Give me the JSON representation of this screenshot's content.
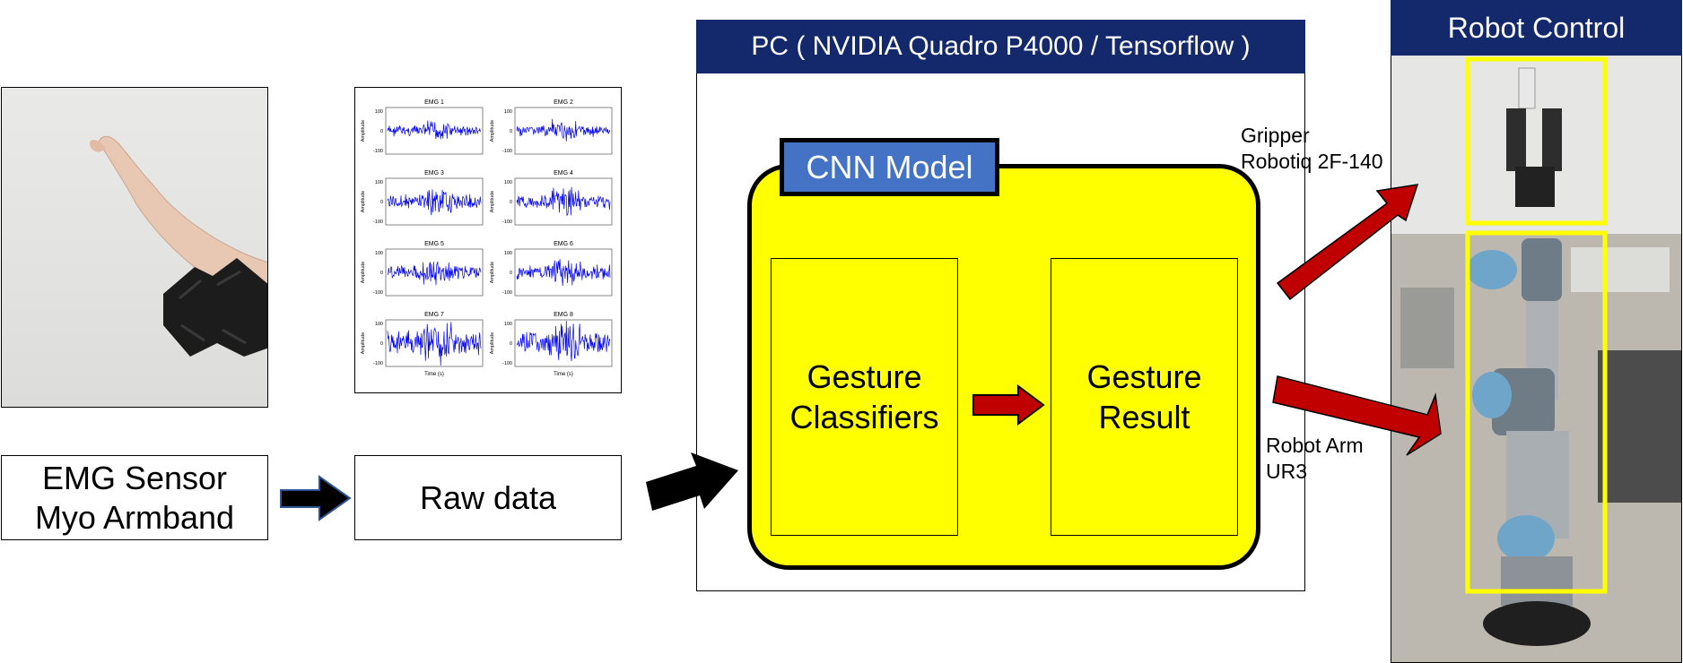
{
  "left_chain": {
    "sensor_label": "EMG Sensor\nMyo Armband",
    "raw_label": "Raw data"
  },
  "emg_plots": [
    {
      "title": "EMG 1",
      "y_label": "Amplitude"
    },
    {
      "title": "EMG 2",
      "y_label": "Amplitude"
    },
    {
      "title": "EMG 3",
      "y_label": "Amplitude"
    },
    {
      "title": "EMG 4",
      "y_label": "Amplitude"
    },
    {
      "title": "EMG 5",
      "y_label": "Amplitude"
    },
    {
      "title": "EMG 6",
      "y_label": "Amplitude"
    },
    {
      "title": "EMG 7",
      "y_label": "Amplitude"
    },
    {
      "title": "EMG 8",
      "y_label": "Amplitude"
    }
  ],
  "emg_axis": {
    "y_ticks": [
      "100",
      "0",
      "-100"
    ],
    "x_label": "Time (s)"
  },
  "pc": {
    "title": "PC ( NVIDIA Quadro P4000 / Tensorflow )",
    "cnn_label": "CNN Model",
    "classifier_label": "Gesture\nClassifiers",
    "result_label": "Gesture\nResult"
  },
  "robot": {
    "title": "Robot Control",
    "gripper_label": "Gripper\nRobotiq 2F-140",
    "arm_label": "Robot Arm\nUR3"
  },
  "colors": {
    "header_navy": "#14296b",
    "cnn_blue": "#4472c4",
    "cnn_yellow": "#ffff00",
    "arrow_red": "#c00000",
    "signal_blue": "#0000ff",
    "highlight_yellow": "#ffff00"
  }
}
